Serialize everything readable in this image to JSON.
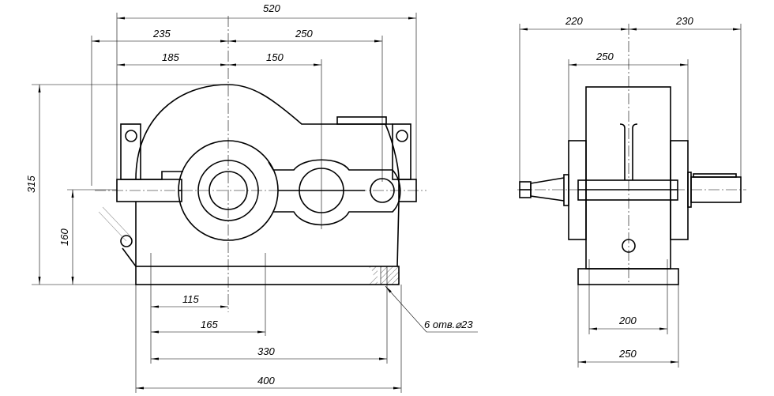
{
  "front_view": {
    "dims": {
      "overall_length": "520",
      "left_to_axis": "235",
      "axis_to_right": "250",
      "left_to_axis_body": "185",
      "center_distance": "150",
      "overall_height": "315",
      "axis_height": "160",
      "bolt_to_axis": "115",
      "bolt_spacing": "165",
      "bolt_span": "330",
      "base_length": "400"
    },
    "hole_note": "6 отв.⌀23"
  },
  "side_view": {
    "dims": {
      "left_shaft": "220",
      "right_shaft": "230",
      "body_width": "250",
      "bolt_width": "200",
      "base_width": "250"
    }
  }
}
